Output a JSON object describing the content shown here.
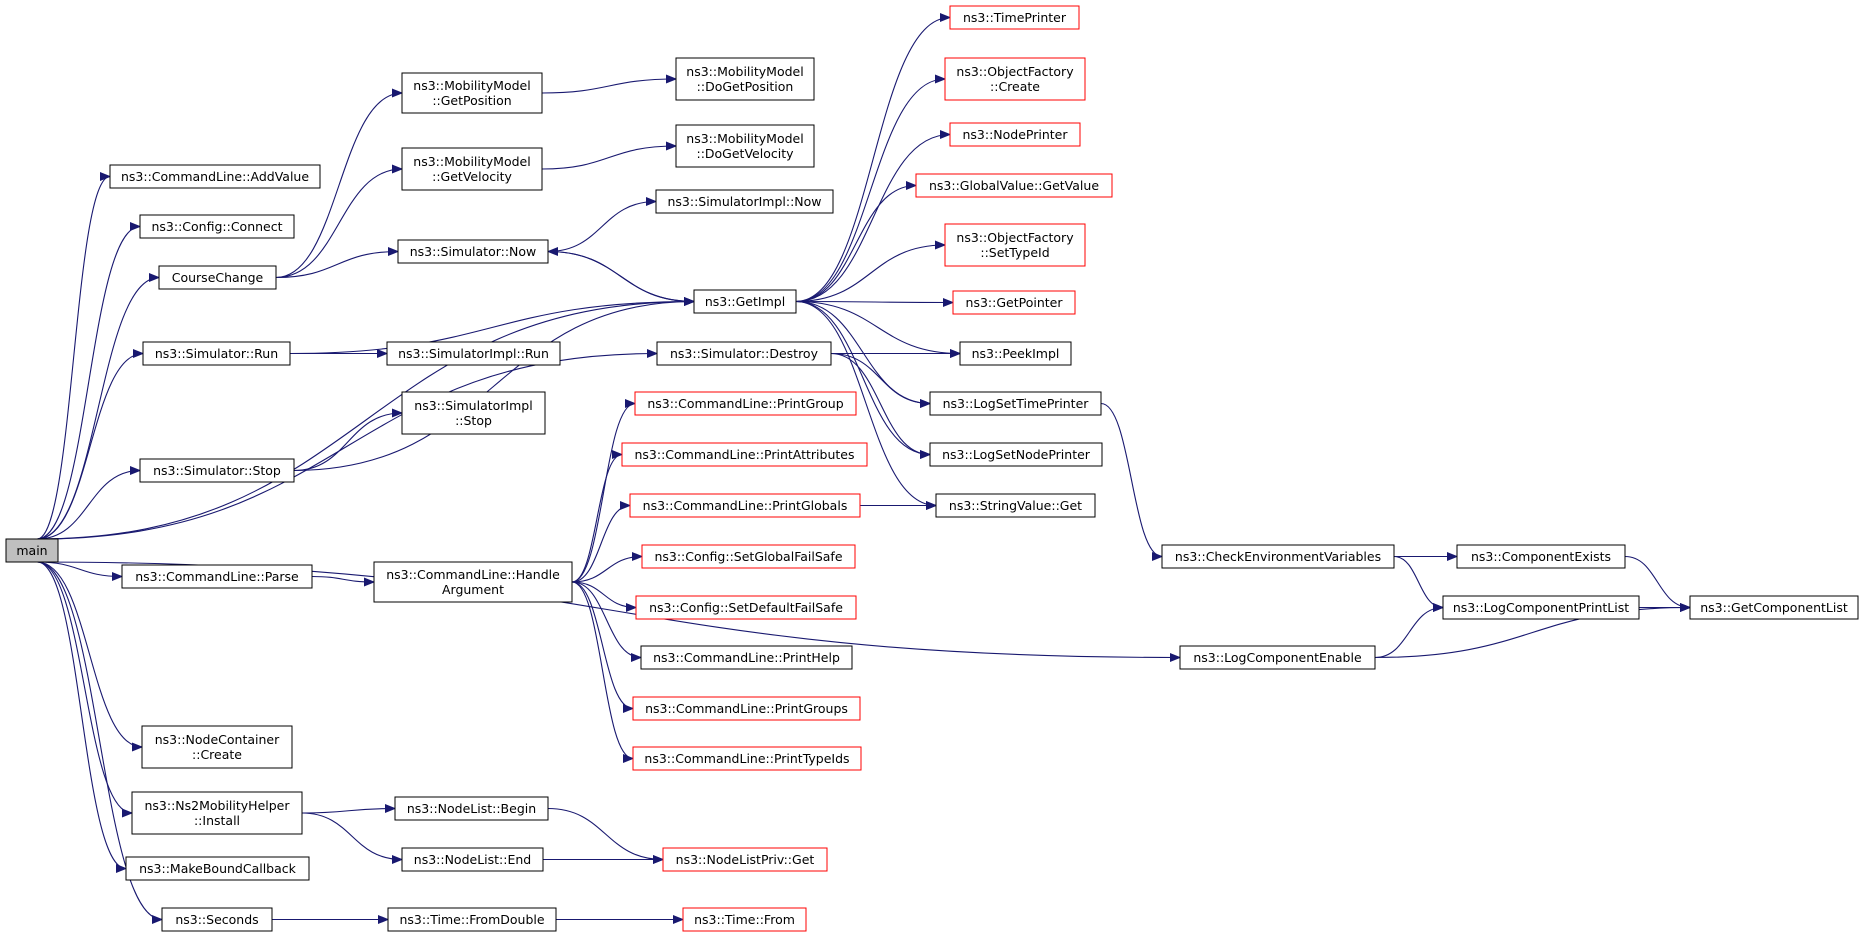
{
  "nodes": [
    {
      "id": "main",
      "lines": [
        "main"
      ],
      "style": "root"
    },
    {
      "id": "addvalue",
      "lines": [
        "ns3::CommandLine::AddValue"
      ],
      "style": "black"
    },
    {
      "id": "connect",
      "lines": [
        "ns3::Config::Connect"
      ],
      "style": "black"
    },
    {
      "id": "coursechange",
      "lines": [
        "CourseChange"
      ],
      "style": "black"
    },
    {
      "id": "simrun",
      "lines": [
        "ns3::Simulator::Run"
      ],
      "style": "black"
    },
    {
      "id": "simstop",
      "lines": [
        "ns3::Simulator::Stop"
      ],
      "style": "black"
    },
    {
      "id": "parse",
      "lines": [
        "ns3::CommandLine::Parse"
      ],
      "style": "black"
    },
    {
      "id": "nccreate",
      "lines": [
        "ns3::NodeContainer",
        "::Create"
      ],
      "style": "black"
    },
    {
      "id": "ns2install",
      "lines": [
        "ns3::Ns2MobilityHelper",
        "::Install"
      ],
      "style": "black"
    },
    {
      "id": "makebound",
      "lines": [
        "ns3::MakeBoundCallback"
      ],
      "style": "black"
    },
    {
      "id": "seconds",
      "lines": [
        "ns3::Seconds"
      ],
      "style": "black"
    },
    {
      "id": "getpos",
      "lines": [
        "ns3::MobilityModel",
        "::GetPosition"
      ],
      "style": "black"
    },
    {
      "id": "getvel",
      "lines": [
        "ns3::MobilityModel",
        "::GetVelocity"
      ],
      "style": "black"
    },
    {
      "id": "simnow",
      "lines": [
        "ns3::Simulator::Now"
      ],
      "style": "black"
    },
    {
      "id": "simimplrun",
      "lines": [
        "ns3::SimulatorImpl::Run"
      ],
      "style": "black"
    },
    {
      "id": "simimplstop",
      "lines": [
        "ns3::SimulatorImpl",
        "::Stop"
      ],
      "style": "black"
    },
    {
      "id": "handlearg",
      "lines": [
        "ns3::CommandLine::Handle",
        "Argument"
      ],
      "style": "black"
    },
    {
      "id": "nlbegin",
      "lines": [
        "ns3::NodeList::Begin"
      ],
      "style": "black"
    },
    {
      "id": "nlend",
      "lines": [
        "ns3::NodeList::End"
      ],
      "style": "black"
    },
    {
      "id": "fromdouble",
      "lines": [
        "ns3::Time::FromDouble"
      ],
      "style": "black"
    },
    {
      "id": "dogetpos",
      "lines": [
        "ns3::MobilityModel",
        "::DoGetPosition"
      ],
      "style": "black"
    },
    {
      "id": "dogetvel",
      "lines": [
        "ns3::MobilityModel",
        "::DoGetVelocity"
      ],
      "style": "black"
    },
    {
      "id": "simimplnow",
      "lines": [
        "ns3::SimulatorImpl::Now"
      ],
      "style": "black"
    },
    {
      "id": "getimpl",
      "lines": [
        "ns3::GetImpl"
      ],
      "style": "black"
    },
    {
      "id": "simdestroy",
      "lines": [
        "ns3::Simulator::Destroy"
      ],
      "style": "black"
    },
    {
      "id": "printgroup",
      "lines": [
        "ns3::CommandLine::PrintGroup"
      ],
      "style": "red"
    },
    {
      "id": "printattr",
      "lines": [
        "ns3::CommandLine::PrintAttributes"
      ],
      "style": "red"
    },
    {
      "id": "printglobals",
      "lines": [
        "ns3::CommandLine::PrintGlobals"
      ],
      "style": "red"
    },
    {
      "id": "setglobalfs",
      "lines": [
        "ns3::Config::SetGlobalFailSafe"
      ],
      "style": "red"
    },
    {
      "id": "setdefaultfs",
      "lines": [
        "ns3::Config::SetDefaultFailSafe"
      ],
      "style": "red"
    },
    {
      "id": "printhelp",
      "lines": [
        "ns3::CommandLine::PrintHelp"
      ],
      "style": "black"
    },
    {
      "id": "printgroups",
      "lines": [
        "ns3::CommandLine::PrintGroups"
      ],
      "style": "red"
    },
    {
      "id": "printtypeids",
      "lines": [
        "ns3::CommandLine::PrintTypeIds"
      ],
      "style": "red"
    },
    {
      "id": "nlprivget",
      "lines": [
        "ns3::NodeListPriv::Get"
      ],
      "style": "red"
    },
    {
      "id": "timefrom",
      "lines": [
        "ns3::Time::From"
      ],
      "style": "red"
    },
    {
      "id": "timeprinter",
      "lines": [
        "ns3::TimePrinter"
      ],
      "style": "red"
    },
    {
      "id": "ofcreate",
      "lines": [
        "ns3::ObjectFactory",
        "::Create"
      ],
      "style": "red"
    },
    {
      "id": "nodeprinter",
      "lines": [
        "ns3::NodePrinter"
      ],
      "style": "red"
    },
    {
      "id": "gvgetvalue",
      "lines": [
        "ns3::GlobalValue::GetValue"
      ],
      "style": "red"
    },
    {
      "id": "ofsettypeid",
      "lines": [
        "ns3::ObjectFactory",
        "::SetTypeId"
      ],
      "style": "red"
    },
    {
      "id": "getpointer",
      "lines": [
        "ns3::GetPointer"
      ],
      "style": "red"
    },
    {
      "id": "peekimpl",
      "lines": [
        "ns3::PeekImpl"
      ],
      "style": "black"
    },
    {
      "id": "logsettp",
      "lines": [
        "ns3::LogSetTimePrinter"
      ],
      "style": "black"
    },
    {
      "id": "logsetnp",
      "lines": [
        "ns3::LogSetNodePrinter"
      ],
      "style": "black"
    },
    {
      "id": "strvalget",
      "lines": [
        "ns3::StringValue::Get"
      ],
      "style": "black"
    },
    {
      "id": "checkenv",
      "lines": [
        "ns3::CheckEnvironmentVariables"
      ],
      "style": "black"
    },
    {
      "id": "logcompenable",
      "lines": [
        "ns3::LogComponentEnable"
      ],
      "style": "black"
    },
    {
      "id": "compexists",
      "lines": [
        "ns3::ComponentExists"
      ],
      "style": "black"
    },
    {
      "id": "logcompprint",
      "lines": [
        "ns3::LogComponentPrintList"
      ],
      "style": "black"
    },
    {
      "id": "getcomplist",
      "lines": [
        "ns3::GetComponentList"
      ],
      "style": "black"
    }
  ],
  "edges": [
    [
      "main",
      "addvalue"
    ],
    [
      "main",
      "connect"
    ],
    [
      "main",
      "coursechange"
    ],
    [
      "main",
      "simrun"
    ],
    [
      "main",
      "simstop"
    ],
    [
      "main",
      "parse"
    ],
    [
      "main",
      "nccreate"
    ],
    [
      "main",
      "ns2install"
    ],
    [
      "main",
      "makebound"
    ],
    [
      "main",
      "seconds"
    ],
    [
      "main",
      "getimpl"
    ],
    [
      "main",
      "logcompenable"
    ],
    [
      "main",
      "simdestroy"
    ],
    [
      "coursechange",
      "getpos"
    ],
    [
      "coursechange",
      "getvel"
    ],
    [
      "coursechange",
      "simnow"
    ],
    [
      "getpos",
      "dogetpos"
    ],
    [
      "getvel",
      "dogetvel"
    ],
    [
      "simnow",
      "simimplnow"
    ],
    [
      "simnow",
      "getimpl"
    ],
    [
      "simrun",
      "getimpl"
    ],
    [
      "simrun",
      "simimplrun"
    ],
    [
      "simstop",
      "simimplstop"
    ],
    [
      "simstop",
      "getimpl"
    ],
    [
      "parse",
      "handlearg"
    ],
    [
      "handlearg",
      "printgroup"
    ],
    [
      "handlearg",
      "printattr"
    ],
    [
      "handlearg",
      "printglobals"
    ],
    [
      "handlearg",
      "setglobalfs"
    ],
    [
      "handlearg",
      "setdefaultfs"
    ],
    [
      "handlearg",
      "printhelp"
    ],
    [
      "handlearg",
      "printgroups"
    ],
    [
      "handlearg",
      "printtypeids"
    ],
    [
      "printglobals",
      "strvalget"
    ],
    [
      "ns2install",
      "nlbegin"
    ],
    [
      "ns2install",
      "nlend"
    ],
    [
      "nlbegin",
      "nlprivget"
    ],
    [
      "nlend",
      "nlprivget"
    ],
    [
      "seconds",
      "fromdouble"
    ],
    [
      "fromdouble",
      "timefrom"
    ],
    [
      "getimpl",
      "timeprinter"
    ],
    [
      "getimpl",
      "ofcreate"
    ],
    [
      "getimpl",
      "nodeprinter"
    ],
    [
      "getimpl",
      "gvgetvalue"
    ],
    [
      "getimpl",
      "ofsettypeid"
    ],
    [
      "getimpl",
      "getpointer"
    ],
    [
      "getimpl",
      "peekimpl"
    ],
    [
      "getimpl",
      "logsettp"
    ],
    [
      "getimpl",
      "logsetnp"
    ],
    [
      "getimpl",
      "strvalget"
    ],
    [
      "getimpl",
      "simnow"
    ],
    [
      "simdestroy",
      "peekimpl"
    ],
    [
      "simdestroy",
      "logsettp"
    ],
    [
      "simdestroy",
      "logsetnp"
    ],
    [
      "logsettp",
      "checkenv"
    ],
    [
      "checkenv",
      "compexists"
    ],
    [
      "checkenv",
      "logcompprint"
    ],
    [
      "compexists",
      "getcomplist"
    ],
    [
      "logcompprint",
      "getcomplist"
    ],
    [
      "logcompenable",
      "logcompprint"
    ],
    [
      "logcompenable",
      "getcomplist"
    ]
  ]
}
